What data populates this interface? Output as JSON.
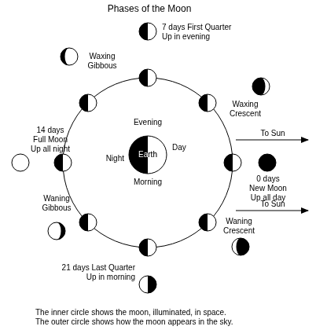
{
  "diagram": {
    "title": "Phases of the Moon",
    "caption": "The inner circle shows the moon, illuminated, in space. The outer circle shows how the moon appears in the sky.",
    "nodes": [
      {
        "text": [
          "Earth"
        ]
      }
    ],
    "labels": [
      "Waxing Gibbous",
      "7 days First Quarter Up in evening",
      "Waxing Crescent",
      "Evening",
      "14 days Full Moon Up all night",
      "Night",
      "Day",
      "To Sun",
      "0 days New Moon Up all day",
      "Morning",
      "To Sun",
      "Waning Gibbous",
      "Waning Crescent",
      "21 days Last Quarter Up in morning"
    ]
  }
}
